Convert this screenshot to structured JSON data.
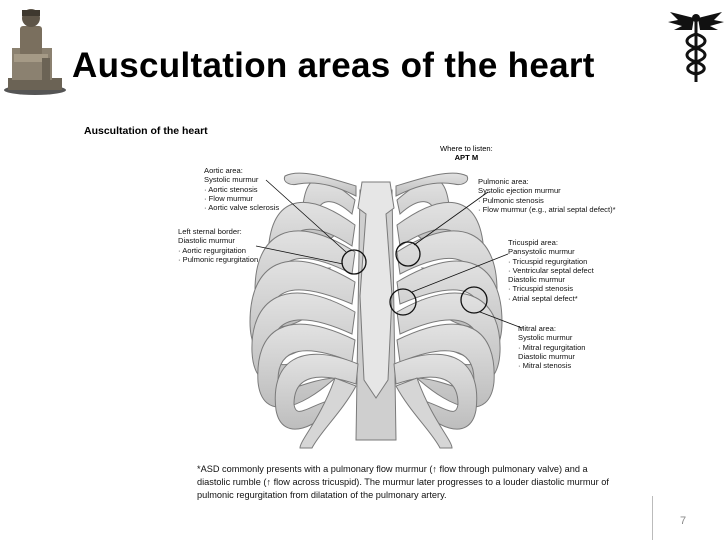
{
  "title": "Auscultation areas of the heart",
  "figure": {
    "heading": "Auscultation of the heart",
    "where_to_listen": {
      "label": "Where to listen:",
      "mnemonic": "APT M"
    },
    "aortic": {
      "head": "Aortic area:",
      "items": [
        "Systolic murmur",
        "· Aortic stenosis",
        "· Flow murmur",
        "· Aortic valve sclerosis"
      ]
    },
    "left_sternal": {
      "head": "Left sternal border:",
      "items": [
        "Diastolic murmur",
        "· Aortic regurgitation",
        "· Pulmonic regurgitation"
      ]
    },
    "pulmonic": {
      "head": "Pulmonic area:",
      "items": [
        "Systolic ejection murmur",
        "· Pulmonic stenosis",
        "· Flow murmur (e.g., atrial septal defect)*"
      ]
    },
    "tricuspid": {
      "head": "Tricuspid area:",
      "items": [
        "Pansystolic murmur",
        "· Tricuspid regurgitation",
        "· Ventricular septal defect",
        "Diastolic murmur",
        "· Tricuspid stenosis",
        "· Atrial septal defect*"
      ]
    },
    "mitral": {
      "head": "Mitral area:",
      "items": [
        "Systolic murmur",
        "· Mitral regurgitation",
        "Diastolic murmur",
        "· Mitral stenosis"
      ]
    },
    "footnote": "*ASD commonly presents with a pulmonary flow murmur (↑ flow through pulmonary valve) and a diastolic rumble (↑ flow across tricuspid). The murmur later progresses to a louder diastolic murmur of pulmonic regurgitation from dilatation of the pulmonary artery."
  },
  "page_number": "7"
}
